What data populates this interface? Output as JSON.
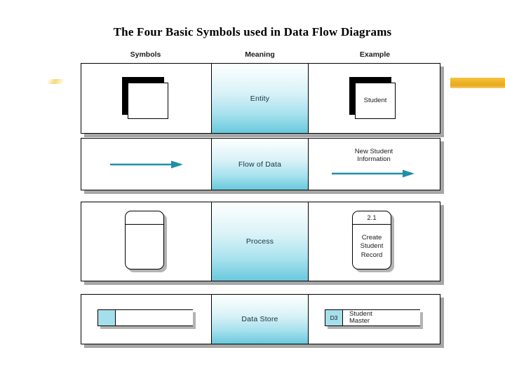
{
  "title": "The Four Basic Symbols used in Data Flow Diagrams",
  "columns": {
    "symbols": "Symbols",
    "meaning": "Meaning",
    "example": "Example"
  },
  "colors": {
    "accent_teal": "#1f8fa8",
    "gradient_top": "#fdffff",
    "gradient_bottom": "#69c9dd",
    "store_fill": "#a6dfec",
    "shadow_gray": "#a6a6a6",
    "brush_yellow": "#eeb028"
  },
  "rows": [
    {
      "meaning": "Entity",
      "symbol_type": "entity-square",
      "example": {
        "label": "Student"
      }
    },
    {
      "meaning": "Flow of Data",
      "symbol_type": "arrow",
      "example": {
        "caption_line1": "New Student",
        "caption_line2": "Information"
      }
    },
    {
      "meaning": "Process",
      "symbol_type": "rounded-rect",
      "example": {
        "id": "2.1",
        "body_line1": "Create",
        "body_line2": "Student",
        "body_line3": "Record"
      }
    },
    {
      "meaning": "Data Store",
      "symbol_type": "open-rect",
      "example": {
        "id": "D3",
        "name_line1": "Student",
        "name_line2": "Master"
      }
    }
  ]
}
